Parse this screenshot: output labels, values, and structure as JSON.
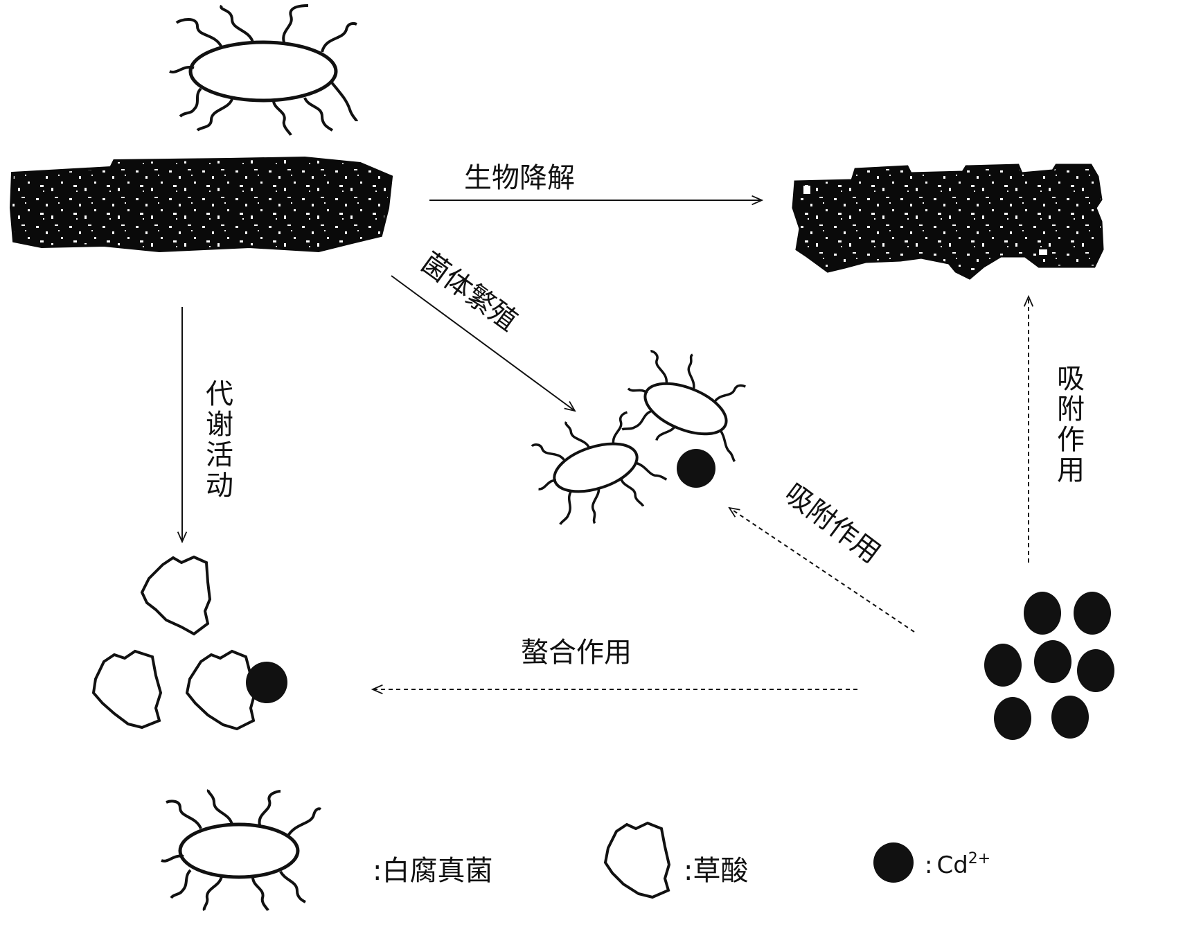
{
  "labels": {
    "biodegradation": "生物降解",
    "proliferation": "菌体繁殖",
    "metabolism": "代谢活动",
    "adsorption_right": "吸附作用",
    "adsorption_diag": "吸附作用",
    "chelation": "螯合作用"
  },
  "legend": {
    "fungus": ":白腐真菌",
    "oxalic": ":草酸",
    "cd_prefix": ":",
    "cd_base": "Cd",
    "cd_sup": "2+"
  },
  "colors": {
    "ink": "#111111",
    "background": "#ffffff",
    "speckle": "#ffffff"
  }
}
